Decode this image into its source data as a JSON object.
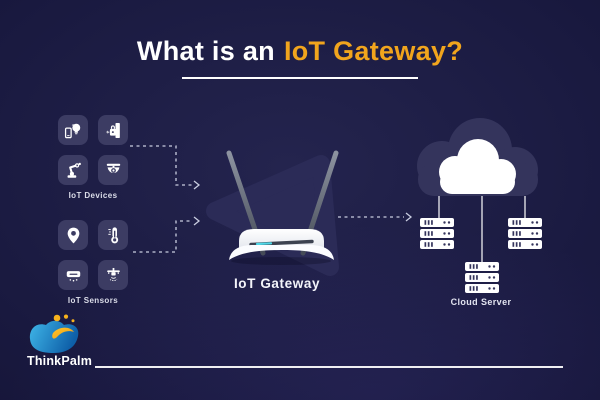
{
  "colors": {
    "background_center": "#24244E",
    "background_edge": "#111030",
    "accent_gold": "#F1A51D",
    "tile": "#3C3C63",
    "triangle_accent": "#2B2B57",
    "cloud_shape": "#34345C",
    "white": "#FFFFFF",
    "led_cyan": "#4FD8E8",
    "brand_blue": "#2BA7E0",
    "brand_yellow": "#F9B233"
  },
  "title": {
    "prefix": "What is an",
    "highlight": "IoT Gateway?"
  },
  "left_panel": {
    "groups": [
      {
        "label": "IoT Devices",
        "icons": [
          "smart-bulb-icon",
          "smart-lock-icon",
          "robotic-arm-icon",
          "cctv-camera-icon"
        ]
      },
      {
        "label": "IoT Sensors",
        "icons": [
          "location-pin-icon",
          "thermometer-icon",
          "smoke-detector-icon",
          "proximity-sensor-icon"
        ]
      }
    ]
  },
  "gateway": {
    "label": "IoT Gateway"
  },
  "cloud_server": {
    "label": "Cloud Server"
  },
  "brand": {
    "name": "ThinkPalm"
  }
}
